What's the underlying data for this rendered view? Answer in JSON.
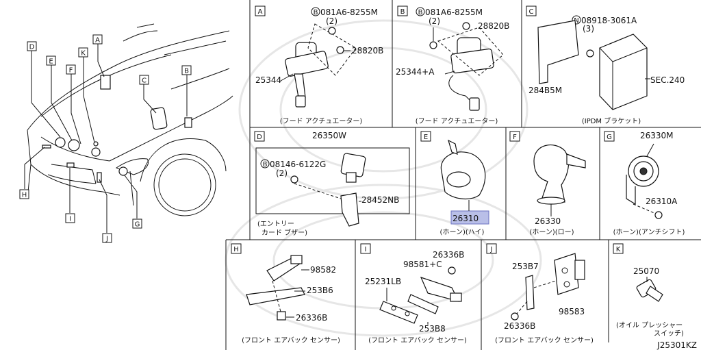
{
  "diagram_code": "J25301KZ",
  "overview": {
    "callouts": [
      "D",
      "E",
      "F",
      "K",
      "A",
      "C",
      "B",
      "H",
      "I",
      "J",
      "G"
    ]
  },
  "panels": {
    "A": {
      "letter": "A",
      "parts": [
        "081A6-8255M",
        "(2)",
        "28820B",
        "25344"
      ],
      "caption": "(フード アクチュエーター)"
    },
    "B": {
      "letter": "B",
      "parts": [
        "081A6-8255M",
        "(2)",
        "28820B",
        "25344+A"
      ],
      "caption": "(フード アクチュエーター)"
    },
    "C": {
      "letter": "C",
      "parts": [
        "08918-3061A",
        "(3)",
        "284B5M",
        "SEC.240"
      ],
      "caption": "(IPDM ブラケット)"
    },
    "D": {
      "letter": "D",
      "parts": [
        "26350W",
        "08146-6122G",
        "(2)",
        "28452NB"
      ],
      "caption_line1": "(エントリー",
      "caption_line2": "カード ブザー)"
    },
    "E": {
      "letter": "E",
      "parts": [
        "26310"
      ],
      "caption": "(ホーン)(ハイ)"
    },
    "F": {
      "letter": "F",
      "parts": [
        "26330"
      ],
      "caption": "(ホーン)(ロー)"
    },
    "G": {
      "letter": "G",
      "parts": [
        "26330M",
        "26310A"
      ],
      "caption": "(ホーン)(アンチシフト)"
    },
    "H": {
      "letter": "H",
      "parts": [
        "98582",
        "253B6",
        "26336B"
      ],
      "caption": "(フロント エアバック センサー)"
    },
    "I": {
      "letter": "I",
      "parts": [
        "26336B",
        "98581+C",
        "25231LB",
        "253B8"
      ],
      "caption": "(フロント エアバック センサー)"
    },
    "J": {
      "letter": "J",
      "parts": [
        "253B7",
        "26336B",
        "98583"
      ],
      "caption": "(フロント エアバック センサー)"
    },
    "K": {
      "letter": "K",
      "parts": [
        "25070"
      ],
      "caption_line1": "(オイル プレッシャー",
      "caption_line2": "スイッチ)"
    }
  },
  "symbols": {
    "bolt": "B",
    "nut": "N"
  },
  "colors": {
    "highlight": "#b9bfe8",
    "line": "#111111"
  }
}
